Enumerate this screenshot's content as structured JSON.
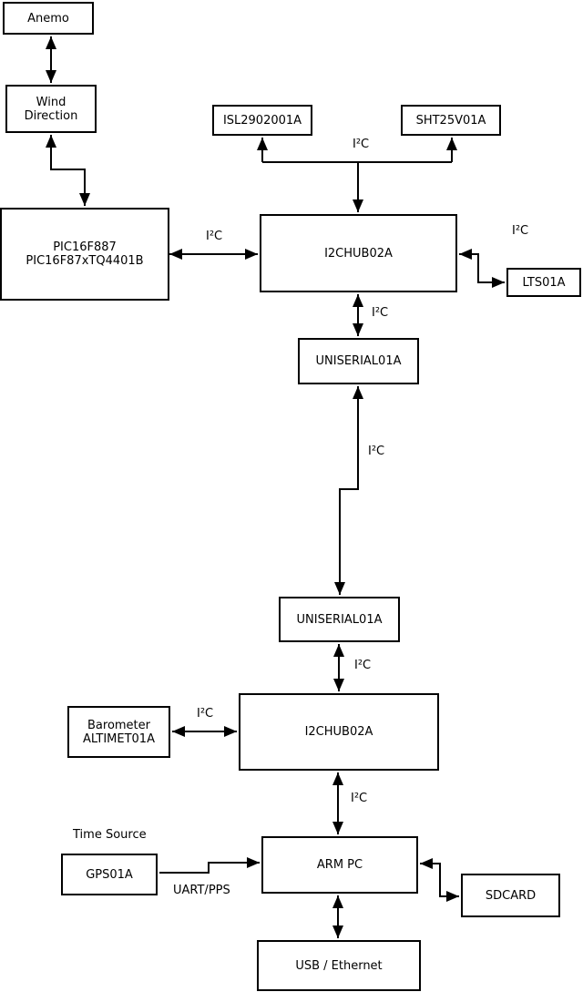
{
  "nodes": {
    "anemo": {
      "label": "Anemo"
    },
    "wind_direction": {
      "label": "Wind\nDirection"
    },
    "pic": {
      "label": "PIC16F887\nPIC16F87xTQ4401B"
    },
    "isl": {
      "label": "ISL2902001A"
    },
    "sht": {
      "label": "SHT25V01A"
    },
    "i2chub_top": {
      "label": "I2CHUB02A"
    },
    "lts": {
      "label": "LTS01A"
    },
    "uniserial_top": {
      "label": "UNISERIAL01A"
    },
    "uniserial_bottom": {
      "label": "UNISERIAL01A"
    },
    "barometer": {
      "label": "Barometer\nALTIMET01A"
    },
    "i2chub_bottom": {
      "label": "I2CHUB02A"
    },
    "arm_pc": {
      "label": "ARM PC"
    },
    "gps": {
      "label": "GPS01A"
    },
    "sdcard": {
      "label": "SDCARD"
    },
    "usb_ethernet": {
      "label": "USB / Ethernet"
    }
  },
  "edge_labels": {
    "i2c": "I²C",
    "uart_pps": "UART/PPS",
    "time_source": "Time Source"
  },
  "colors": {
    "line": "#000000",
    "box_border": "#000000",
    "background": "#ffffff",
    "text": "#000000"
  }
}
